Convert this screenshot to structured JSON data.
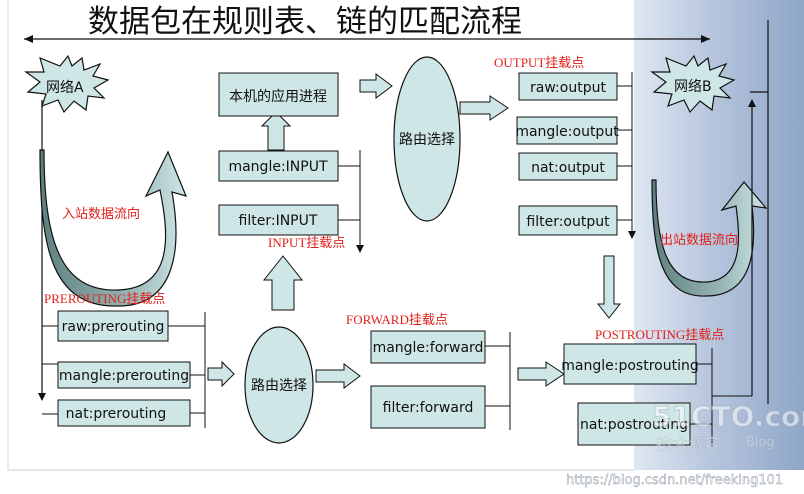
{
  "title": "数据包在规则表、链的匹配流程",
  "network_a": "网络A",
  "network_b": "网络B",
  "local_process": "本机的应用进程",
  "routing_top": "路由选择",
  "routing_bottom": "路由选择",
  "inbound_flow": "入站数据流向",
  "outbound_flow": "出站数据流向",
  "hooks": {
    "prerouting": "PREROUTING挂载点",
    "input": "INPUT挂载点",
    "forward": "FORWARD挂载点",
    "output": "OUTPUT挂载点",
    "postrouting": "POSTROUTING挂载点"
  },
  "rules": {
    "mangle_input": "mangle:INPUT",
    "filter_input": "filter:INPUT",
    "raw_output": "raw:output",
    "mangle_output": "mangle:output",
    "nat_output": "nat:output",
    "filter_output": "filter:output",
    "raw_prerouting": "raw:prerouting",
    "mangle_prerouting": "mangle:prerouting",
    "nat_prerouting": "nat:prerouting",
    "mangle_forward": "mangle:forward",
    "filter_forward": "filter:forward",
    "mangle_postrouting": "mangle:postrouting",
    "nat_postrouting": "nat:postrouting"
  },
  "watermark": {
    "brand": "51CTO.com",
    "sub": "技术博客",
    "blog": "Blog",
    "url": "https://blog.csdn.net/freeking101"
  },
  "colors": {
    "box_fill": "#cfe6e6",
    "hook_label": "#e0201a",
    "outline": "#111111",
    "panel_gradient_end": "#8fa6c8"
  }
}
